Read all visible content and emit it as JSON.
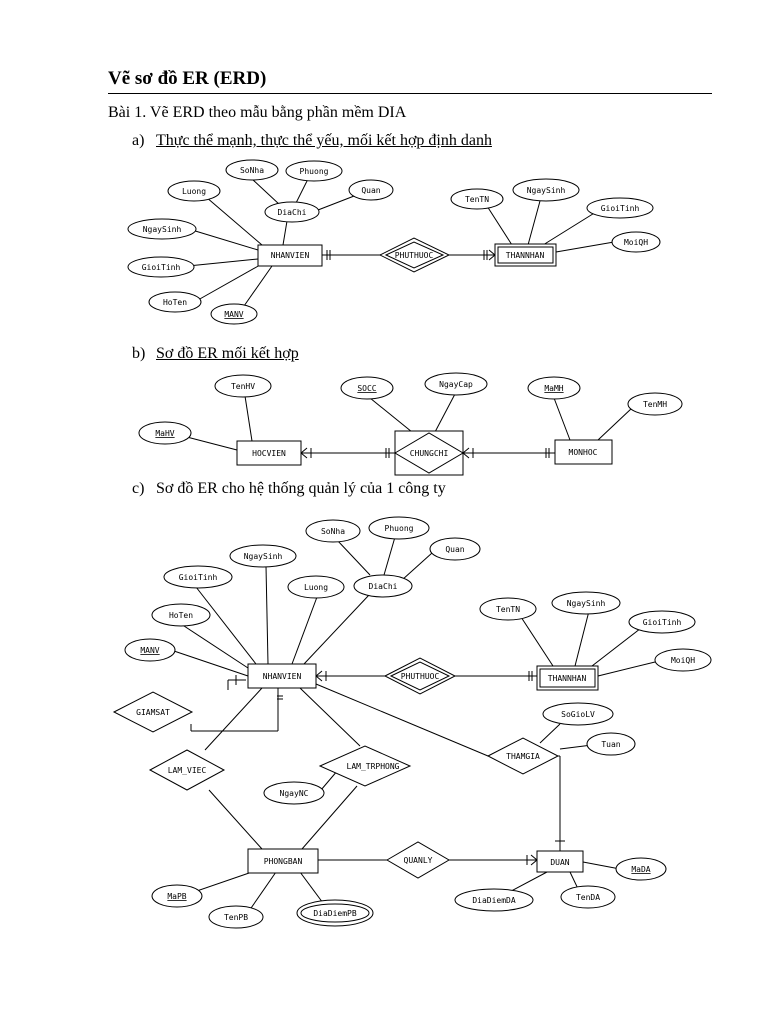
{
  "heading": "Vẽ sơ đồ ER (ERD)",
  "exercise": "Bài 1. Vẽ ERD theo mẫu bằng phần mềm DIA",
  "sections": [
    {
      "label": "a)",
      "text": "Thực thể mạnh, thực thể yếu, mối kết hợp định danh"
    },
    {
      "label": "b)",
      "text": "Sơ đồ ER mối kết hợp"
    },
    {
      "label": "c)",
      "text": "Sơ đồ ER cho hệ thống quản lý của 1 công ty"
    }
  ],
  "diagrams": {
    "a": {
      "attributes": [
        "SoNha",
        "Phuong",
        "Quan",
        "Luong",
        "DiaChi",
        "NgaySinh",
        "GioiTinh",
        "HoTen",
        "MANV",
        "TenTN",
        "NgaySinh",
        "GioiTinh",
        "MoiQH"
      ],
      "entities": [
        "NHANVIEN",
        "THANNHAN"
      ],
      "relationships": [
        "PHUTHUOC"
      ]
    },
    "b": {
      "attributes": [
        "TenHV",
        "MaHV",
        "SOCC",
        "NgayCap",
        "MaMH",
        "TenMH"
      ],
      "entities": [
        "HOCVIEN",
        "CHUNGCHI",
        "MONHOC"
      ]
    },
    "c": {
      "attributes": [
        "SoNha",
        "Phuong",
        "NgaySinh",
        "Quan",
        "GioiTinh",
        "Luong",
        "DiaChi",
        "HoTen",
        "MANV",
        "TenTN",
        "NgaySinh",
        "GioiTinh",
        "MoiQH",
        "SoGioLV",
        "Tuan",
        "NgayNC",
        "MaPB",
        "TenPB",
        "DiaDiemPB",
        "DiaDiemDA",
        "TenDA",
        "MaDA"
      ],
      "entities": [
        "NHANVIEN",
        "THANNHAN",
        "PHONGBAN",
        "DUAN"
      ],
      "relationships": [
        "GIAMSAT",
        "PHUTHUOC",
        "LAM_VIEC",
        "LAM_TRPHONG",
        "THAMGIA",
        "QUANLY"
      ]
    }
  }
}
